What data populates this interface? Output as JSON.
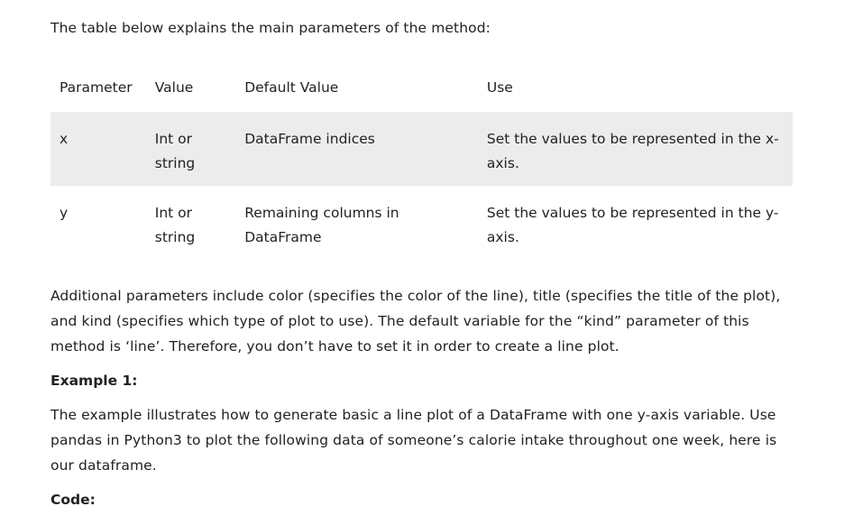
{
  "intro": "The table below explains the main parameters of the method:",
  "table": {
    "headers": [
      "Parameter",
      "Value",
      "Default Value",
      "Use"
    ],
    "rows": [
      [
        "x",
        "Int or string",
        "DataFrame indices",
        "Set the values to be represented in the x-axis."
      ],
      [
        "y",
        "Int or string",
        "Remaining columns in DataFrame",
        "Set the values to be represented in the y-axis."
      ]
    ]
  },
  "paragraph1": "Additional parameters include color (specifies the color of the line), title (specifies the title of the plot), and kind (specifies which type of plot to use). The default variable for the “kind” parameter of this method is ‘line’. Therefore, you don’t have to set it in order to create a line plot.",
  "example_heading": "Example 1:",
  "paragraph2": "The example illustrates how to generate basic a line plot of a DataFrame with one y-axis variable. Use pandas in Python3 to plot the following data of someone’s calorie intake throughout one week, here is our dataframe.",
  "code_heading": "Code:"
}
